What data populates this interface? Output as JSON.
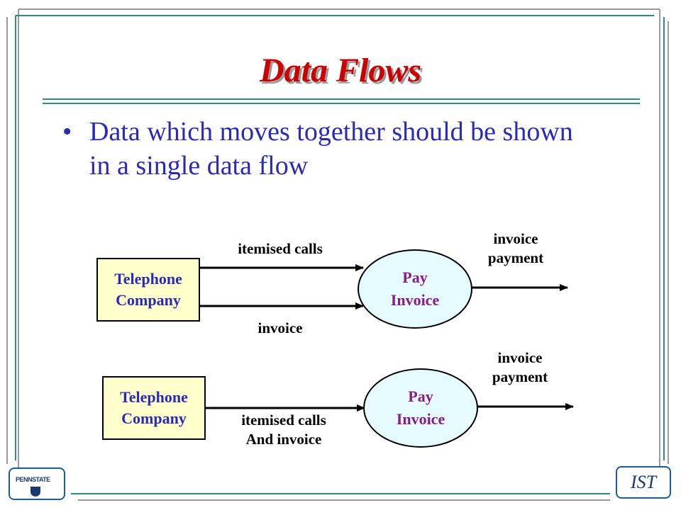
{
  "slide": {
    "title": "Data Flows",
    "bullet": "Data which moves together should be shown in a single data flow"
  },
  "diagram_top": {
    "entity": [
      "Telephone",
      "Company"
    ],
    "process": [
      "Pay",
      "Invoice"
    ],
    "flow_itemised_calls": "itemised calls",
    "flow_invoice": "invoice",
    "flow_payment": [
      "invoice",
      "payment"
    ]
  },
  "diagram_bottom": {
    "entity": [
      "Telephone",
      "Company"
    ],
    "process": [
      "Pay",
      "Invoice"
    ],
    "flow_combined": [
      "itemised calls",
      "And invoice"
    ],
    "flow_payment": [
      "invoice",
      "payment"
    ]
  },
  "logos": {
    "left": "PENNSTATE",
    "right": "IST"
  },
  "colors": {
    "title": "#cc0000",
    "bullet_text": "#2a2ab8",
    "entity_fill": "#ffffcc",
    "process_fill": "#e6fbff",
    "process_text": "#8b1a8b",
    "frame_lines": "#2e8b83"
  }
}
